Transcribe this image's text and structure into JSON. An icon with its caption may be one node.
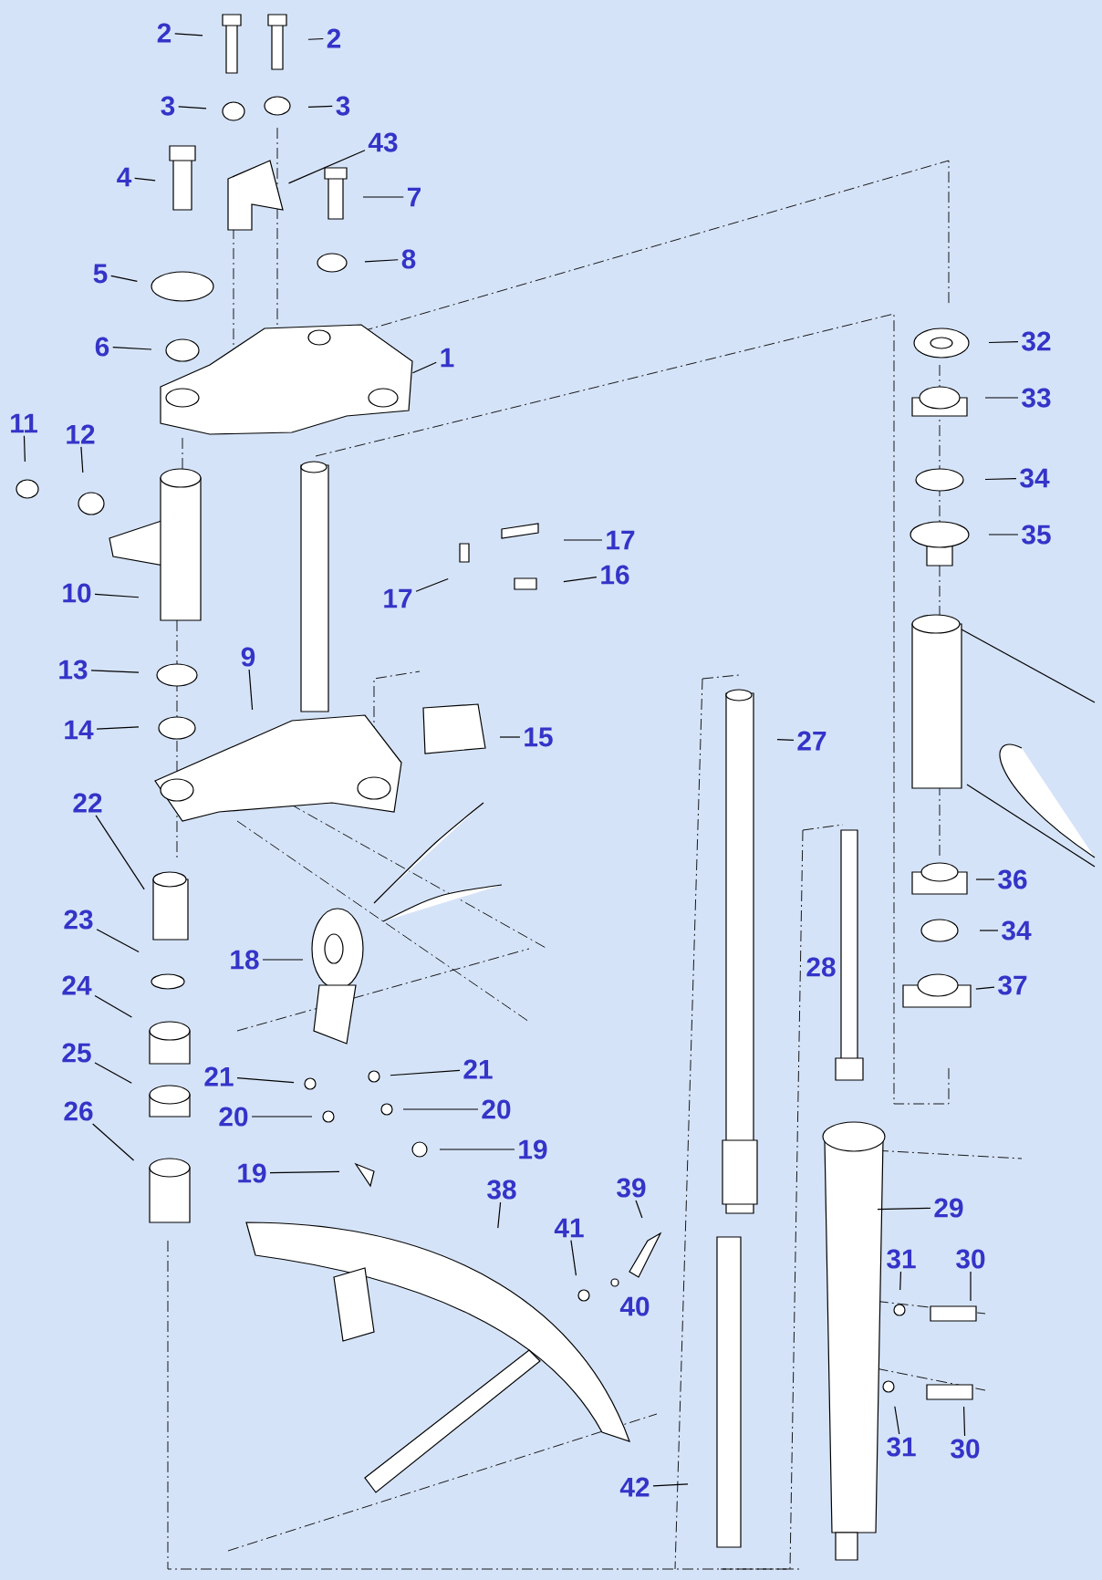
{
  "diagram": {
    "nodes": [
      {
        "text": [
          "2"
        ]
      },
      {
        "text": [
          "2"
        ]
      },
      {
        "text": [
          "3"
        ]
      },
      {
        "text": [
          "3"
        ]
      },
      {
        "text": [
          "43"
        ]
      },
      {
        "text": [
          "4"
        ]
      },
      {
        "text": [
          "7"
        ]
      },
      {
        "text": [
          "5"
        ]
      },
      {
        "text": [
          "8"
        ]
      },
      {
        "text": [
          "6"
        ]
      },
      {
        "text": [
          "1"
        ]
      },
      {
        "text": [
          "32"
        ]
      },
      {
        "text": [
          "33"
        ]
      },
      {
        "text": [
          "11"
        ]
      },
      {
        "text": [
          "12"
        ]
      },
      {
        "text": [
          "34"
        ]
      },
      {
        "text": [
          "35"
        ]
      },
      {
        "text": [
          "17"
        ]
      },
      {
        "text": [
          "16"
        ]
      },
      {
        "text": [
          "10"
        ]
      },
      {
        "text": [
          "17"
        ]
      },
      {
        "text": [
          "9"
        ]
      },
      {
        "text": [
          "13"
        ]
      },
      {
        "text": [
          "14"
        ]
      },
      {
        "text": [
          "15"
        ]
      },
      {
        "text": [
          "27"
        ]
      },
      {
        "text": [
          "22"
        ]
      },
      {
        "text": [
          "36"
        ]
      },
      {
        "text": [
          "34"
        ]
      },
      {
        "text": [
          "37"
        ]
      },
      {
        "text": [
          "23"
        ]
      },
      {
        "text": [
          "18"
        ]
      },
      {
        "text": [
          "24"
        ]
      },
      {
        "text": [
          "21"
        ]
      },
      {
        "text": [
          "21"
        ]
      },
      {
        "text": [
          "25"
        ]
      },
      {
        "text": [
          "20"
        ]
      },
      {
        "text": [
          "20"
        ]
      },
      {
        "text": [
          "26"
        ]
      },
      {
        "text": [
          "19"
        ]
      },
      {
        "text": [
          "19"
        ]
      },
      {
        "text": [
          "38"
        ]
      },
      {
        "text": [
          "39"
        ]
      },
      {
        "text": [
          "41"
        ]
      },
      {
        "text": [
          "29"
        ]
      },
      {
        "text": [
          "31"
        ]
      },
      {
        "text": [
          "30"
        ]
      },
      {
        "text": [
          "31"
        ]
      },
      {
        "text": [
          "30"
        ]
      },
      {
        "text": [
          "42"
        ]
      }
    ],
    "edges": [
      {
        "from": 0,
        "to": null,
        "arrow": "none"
      },
      {
        "from": 1,
        "to": null,
        "arrow": "none"
      },
      {
        "from": 2,
        "to": null,
        "arrow": "none"
      },
      {
        "from": 3,
        "to": null,
        "arrow": "none"
      },
      {
        "from": 4,
        "to": null,
        "arrow": "none"
      },
      {
        "from": 5,
        "to": null,
        "arrow": "none"
      },
      {
        "from": 6,
        "to": null,
        "arrow": "none"
      },
      {
        "from": 7,
        "to": null,
        "arrow": "none"
      },
      {
        "from": 8,
        "to": null,
        "arrow": "none"
      },
      {
        "from": 9,
        "to": null,
        "arrow": "none"
      },
      {
        "from": 10,
        "to": null,
        "arrow": "none"
      },
      {
        "from": 11,
        "to": null,
        "arrow": "none"
      },
      {
        "from": 12,
        "to": null,
        "arrow": "none"
      },
      {
        "from": 13,
        "to": null,
        "arrow": "none"
      },
      {
        "from": 14,
        "to": null,
        "arrow": "none"
      },
      {
        "from": 15,
        "to": null,
        "arrow": "none"
      },
      {
        "from": 16,
        "to": null,
        "arrow": "none"
      },
      {
        "from": 17,
        "to": null,
        "arrow": "none"
      },
      {
        "from": 18,
        "to": null,
        "arrow": "none"
      },
      {
        "from": 19,
        "to": null,
        "arrow": "none"
      },
      {
        "from": 20,
        "to": null,
        "arrow": "none"
      },
      {
        "from": 21,
        "to": null,
        "arrow": "none"
      },
      {
        "from": 22,
        "to": null,
        "arrow": "none"
      },
      {
        "from": 23,
        "to": null,
        "arrow": "none"
      },
      {
        "from": 24,
        "to": null,
        "arrow": "none"
      },
      {
        "from": 25,
        "to": null,
        "arrow": "none"
      },
      {
        "from": 26,
        "to": null,
        "arrow": "none"
      },
      {
        "from": 27,
        "to": null,
        "arrow": "none"
      },
      {
        "from": 28,
        "to": null,
        "arrow": "none"
      },
      {
        "from": 29,
        "to": null,
        "arrow": "none"
      },
      {
        "from": 30,
        "to": null,
        "arrow": "none"
      },
      {
        "from": 31,
        "to": null,
        "arrow": "none"
      },
      {
        "from": 32,
        "to": null,
        "arrow": "none"
      },
      {
        "from": 33,
        "to": null,
        "arrow": "none"
      },
      {
        "from": 34,
        "to": null,
        "arrow": "none"
      },
      {
        "from": 35,
        "to": null,
        "arrow": "none"
      },
      {
        "from": 36,
        "to": null,
        "arrow": "none"
      },
      {
        "from": 37,
        "to": null,
        "arrow": "none"
      },
      {
        "from": 38,
        "to": null,
        "arrow": "none"
      },
      {
        "from": 39,
        "to": null,
        "arrow": "none"
      },
      {
        "from": 40,
        "to": null,
        "arrow": "none"
      },
      {
        "from": 41,
        "to": null,
        "arrow": "none"
      },
      {
        "from": 42,
        "to": null,
        "arrow": "none"
      },
      {
        "from": 43,
        "to": null,
        "arrow": "none"
      },
      {
        "from": 44,
        "to": null,
        "arrow": "none"
      },
      {
        "from": 45,
        "to": null,
        "arrow": "none"
      },
      {
        "from": 46,
        "to": null,
        "arrow": "none"
      },
      {
        "from": 47,
        "to": null,
        "arrow": "none"
      },
      {
        "from": 48,
        "to": null,
        "arrow": "none"
      },
      {
        "from": 49,
        "to": null,
        "arrow": "none"
      }
    ],
    "labels": [
      "28",
      "40"
    ]
  }
}
